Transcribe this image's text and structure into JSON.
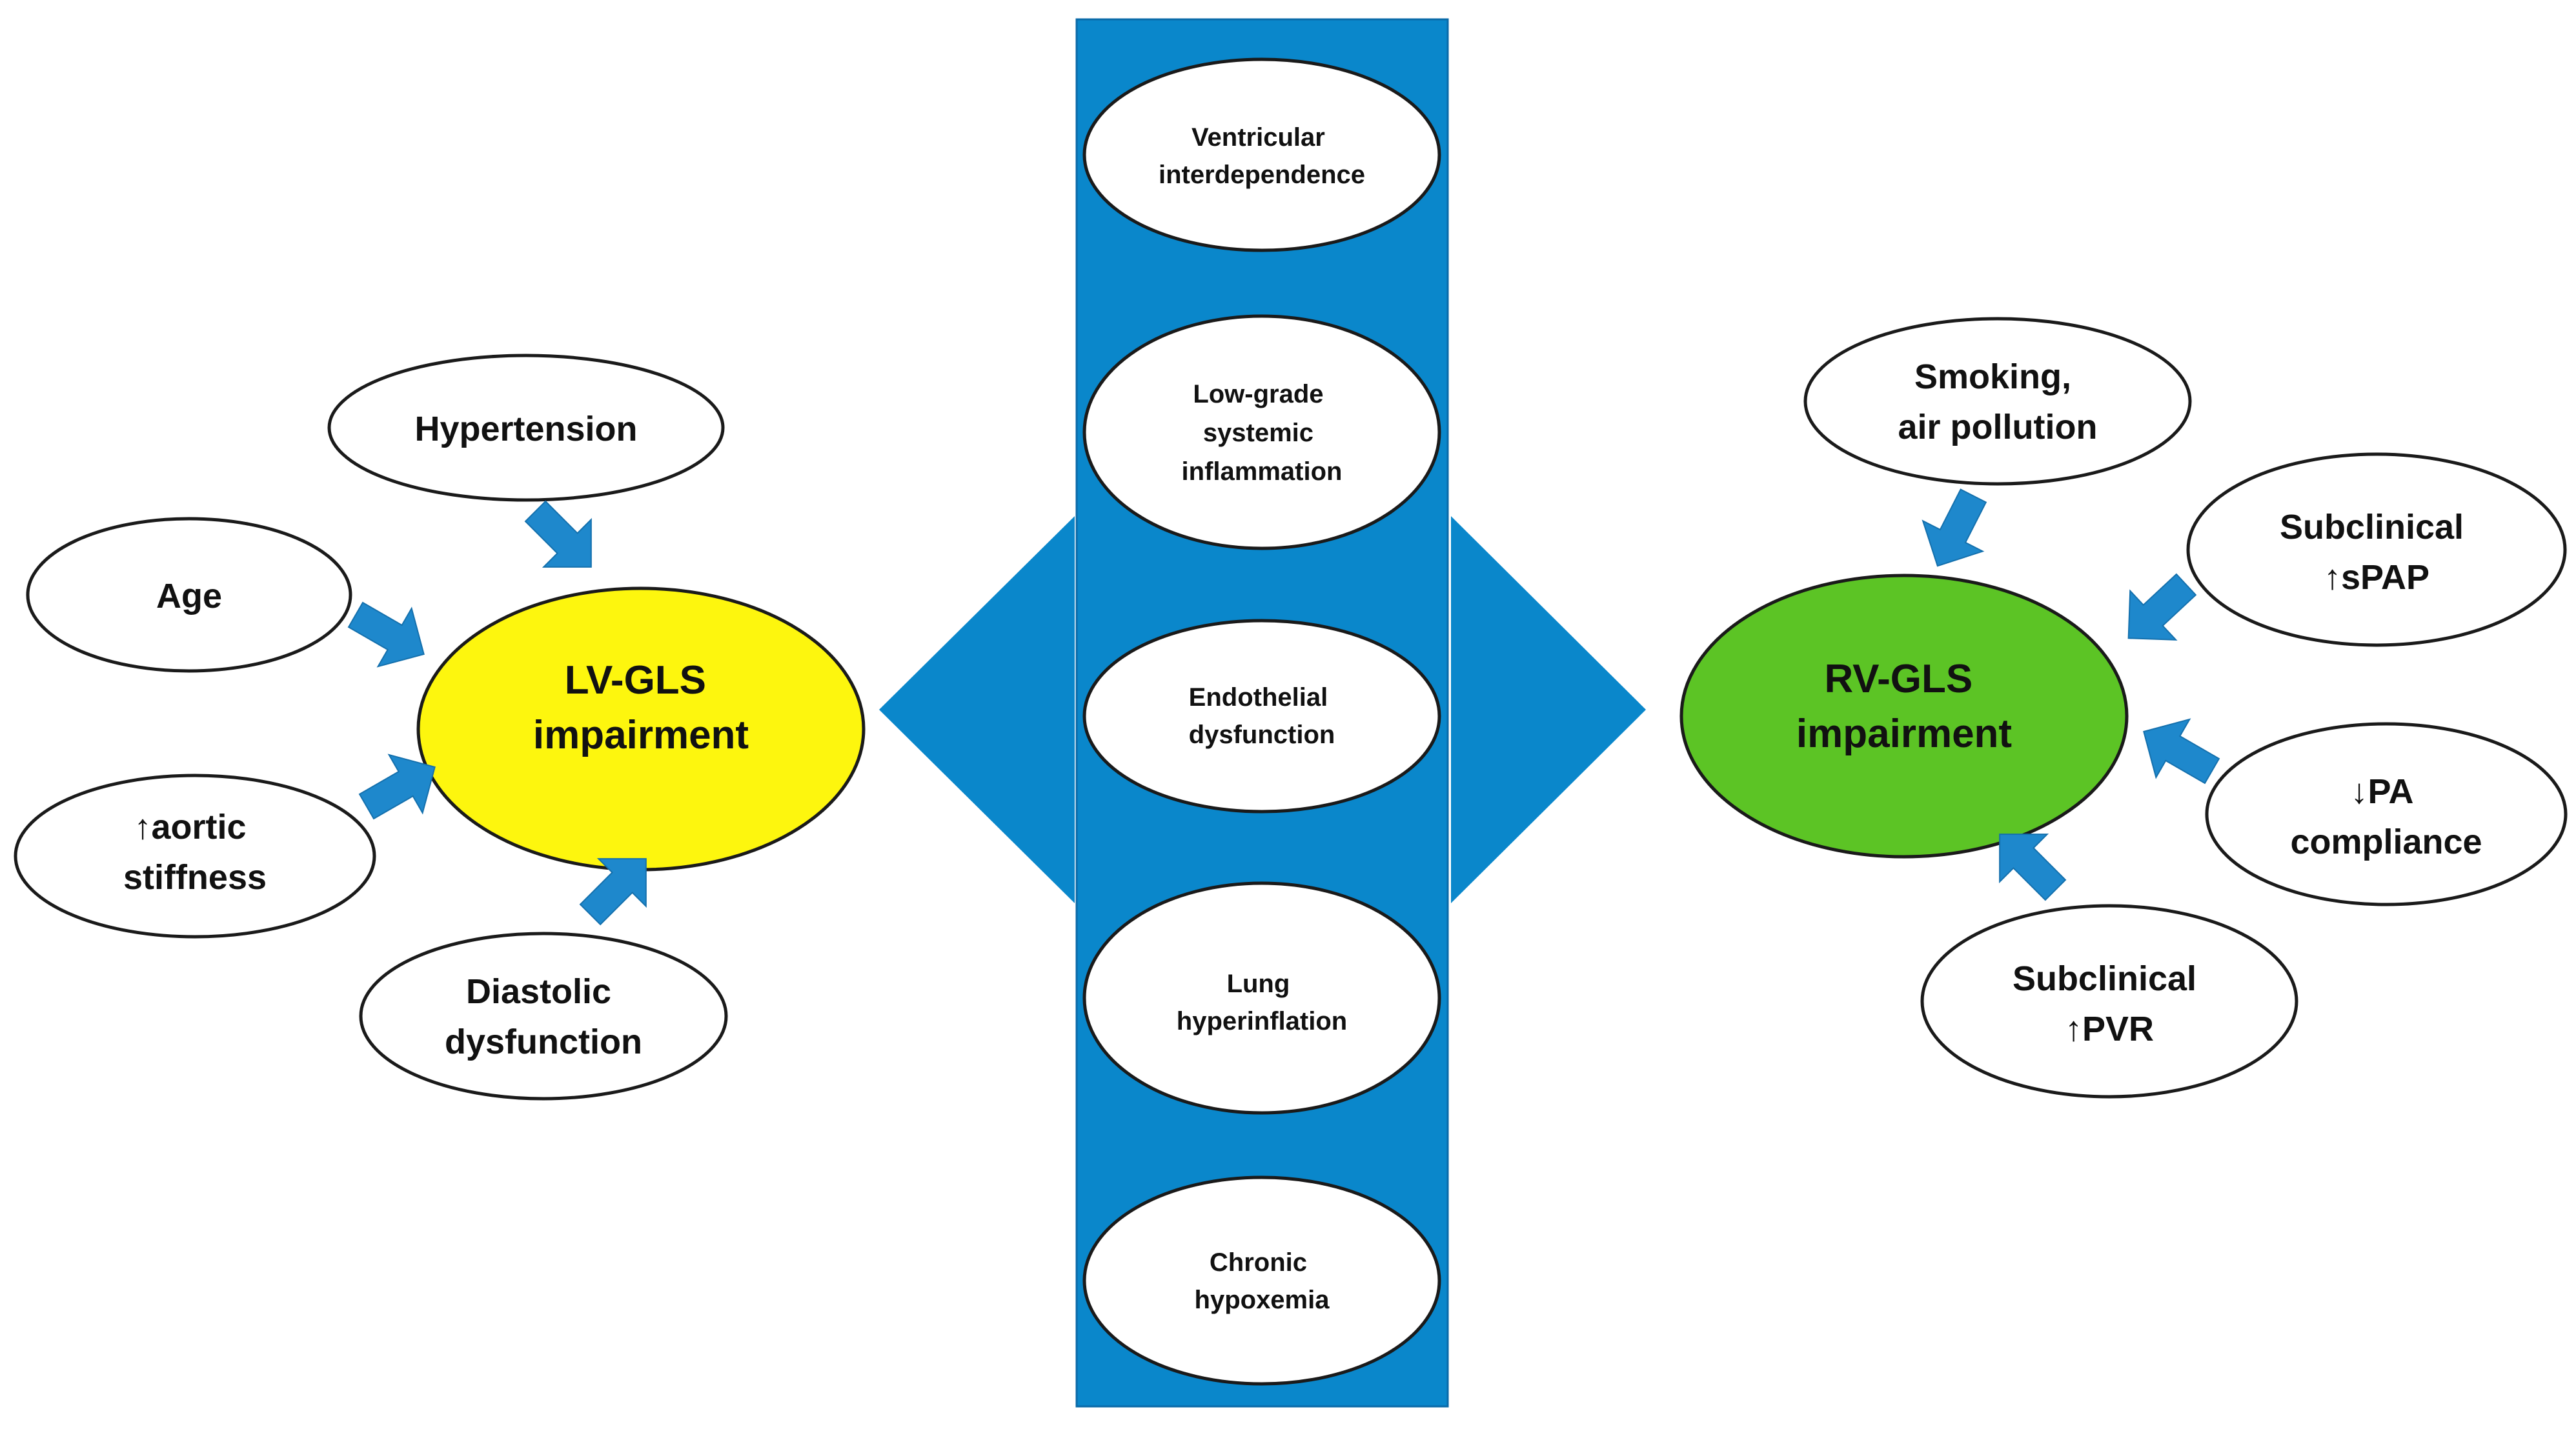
{
  "colors": {
    "column_blue": "#0a87cb",
    "arrow_blue": "#1e88cc",
    "lv_yellow": "#fdf60e",
    "rv_green": "#5cc425",
    "outline": "#1a1a1a",
    "ellipse_fill": "#ffffff"
  },
  "center_column": {
    "items": [
      [
        "Ventricular",
        "interdependence"
      ],
      [
        "Low-grade",
        "systemic",
        "inflammation"
      ],
      [
        "Endothelial",
        "dysfunction"
      ],
      [
        "Lung",
        "hyperinflation"
      ],
      [
        "Chronic",
        "hypoxemia"
      ]
    ]
  },
  "left_cluster": {
    "main": [
      "LV-GLS",
      "impairment"
    ],
    "factors": {
      "hypertension": [
        "Hypertension"
      ],
      "age": [
        "Age"
      ],
      "aortic_stiffness": [
        "↑aortic",
        "stiffness"
      ],
      "diastolic": [
        "Diastolic",
        "dysfunction"
      ]
    }
  },
  "right_cluster": {
    "main": [
      "RV-GLS",
      "impairment"
    ],
    "factors": {
      "smoking": [
        "Smoking,",
        "air pollution"
      ],
      "spap": [
        "Subclinical",
        "↑sPAP"
      ],
      "pa_compliance": [
        "↓PA",
        "compliance"
      ],
      "pvr": [
        "Subclinical",
        "↑PVR"
      ]
    }
  }
}
